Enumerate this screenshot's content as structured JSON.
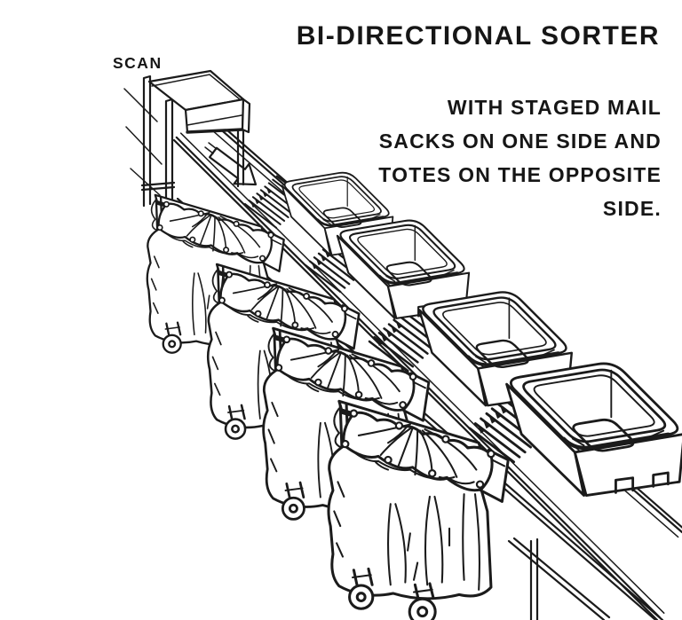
{
  "title": "BI-DIRECTIONAL SORTER",
  "subtitle": {
    "line1": "WITH STAGED MAIL",
    "line2": "SACKS ON ONE SIDE AND",
    "line3": "TOTES ON THE OPPOSITE",
    "line4": "SIDE."
  },
  "labels": {
    "scan": "SCAN"
  },
  "style": {
    "ink": "#1b1b1b",
    "background": "#ffffff"
  },
  "diagram": {
    "scene": "isometric line drawing of a bi-directional sorter conveyor",
    "conveyor": {
      "flow_arrow": "along belt toward viewer",
      "hatch_sections": 4
    },
    "scanner": {
      "label": "SCAN"
    },
    "mail_sacks": {
      "count": 4,
      "side": "near side of belt"
    },
    "totes": {
      "count": 4,
      "side": "far side of belt"
    }
  }
}
